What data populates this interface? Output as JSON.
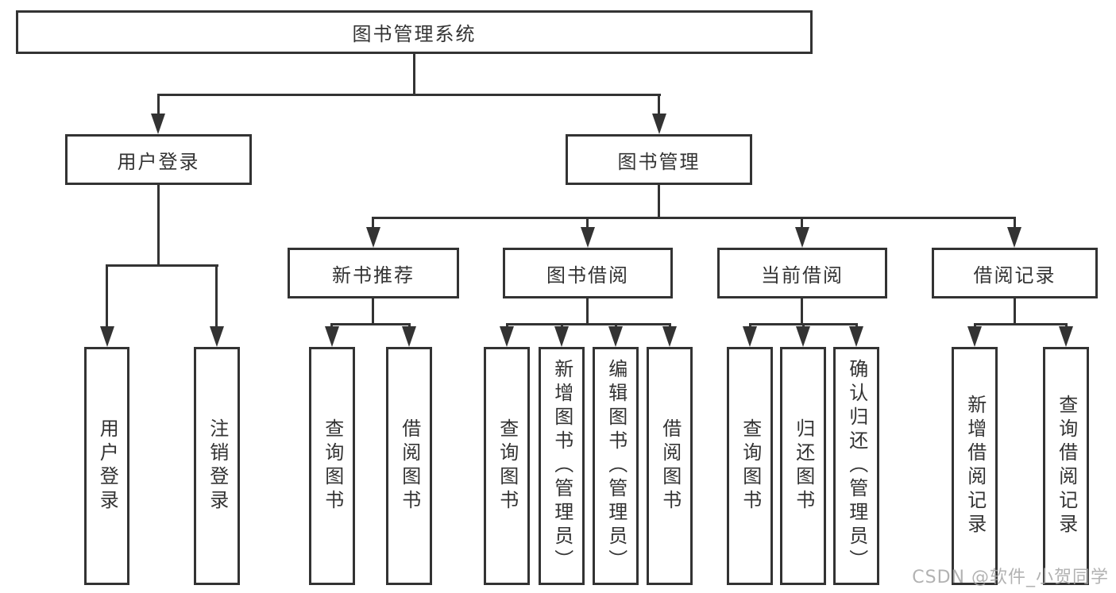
{
  "diagram": {
    "colors": {
      "line": "#333333",
      "text": "#333333",
      "background": "#ffffff",
      "watermark": "#a5a5a5"
    },
    "tree": {
      "label": "图书管理系统",
      "children": [
        {
          "label": "用户登录",
          "children": [
            {
              "label": "用户登录"
            },
            {
              "label": "注销登录"
            }
          ]
        },
        {
          "label": "图书管理",
          "children": [
            {
              "label": "新书推荐",
              "children": [
                {
                  "label": "查询图书"
                },
                {
                  "label": "借阅图书"
                }
              ]
            },
            {
              "label": "图书借阅",
              "children": [
                {
                  "label": "查询图书"
                },
                {
                  "label": "新增图书（管理员）"
                },
                {
                  "label": "编辑图书（管理员）"
                },
                {
                  "label": "借阅图书"
                }
              ]
            },
            {
              "label": "当前借阅",
              "children": [
                {
                  "label": "查询图书"
                },
                {
                  "label": "归还图书"
                },
                {
                  "label": "确认归还（管理员）"
                }
              ]
            },
            {
              "label": "借阅记录",
              "children": [
                {
                  "label": "新增借阅记录"
                },
                {
                  "label": "查询借阅记录"
                }
              ]
            }
          ]
        }
      ]
    },
    "watermark": {
      "text": "CSDN @软件_小贺同学"
    }
  }
}
